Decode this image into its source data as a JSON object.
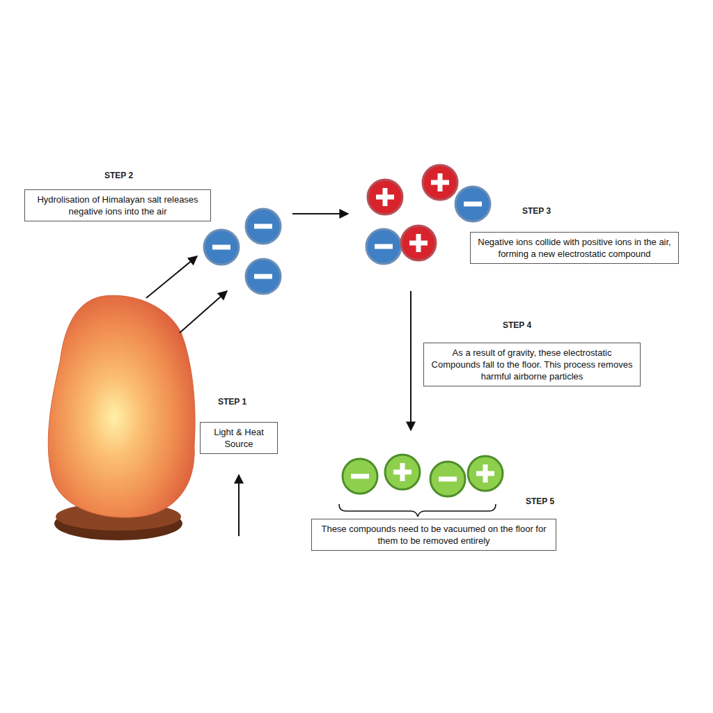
{
  "diagram": {
    "nodes": [
      {
        "text": [
          "STEP 2",
          "Hydrolisation of Himalayan salt releases negative ions into the air"
        ]
      },
      {
        "text": [
          "STEP 3",
          "Negative ions collide with positive ions in the air, forming a new electrostatic compound"
        ]
      },
      {
        "text": [
          "STEP 4",
          "As a result of gravity, these electrostatic Compounds fall to the floor. This process removes harmful airborne particles"
        ]
      },
      {
        "text": [
          "STEP 1",
          "Light & Heat Source"
        ]
      },
      {
        "text": [
          "STEP 5",
          "These compounds need to be vacuumed on the floor for them to be removed entirely"
        ]
      }
    ]
  }
}
